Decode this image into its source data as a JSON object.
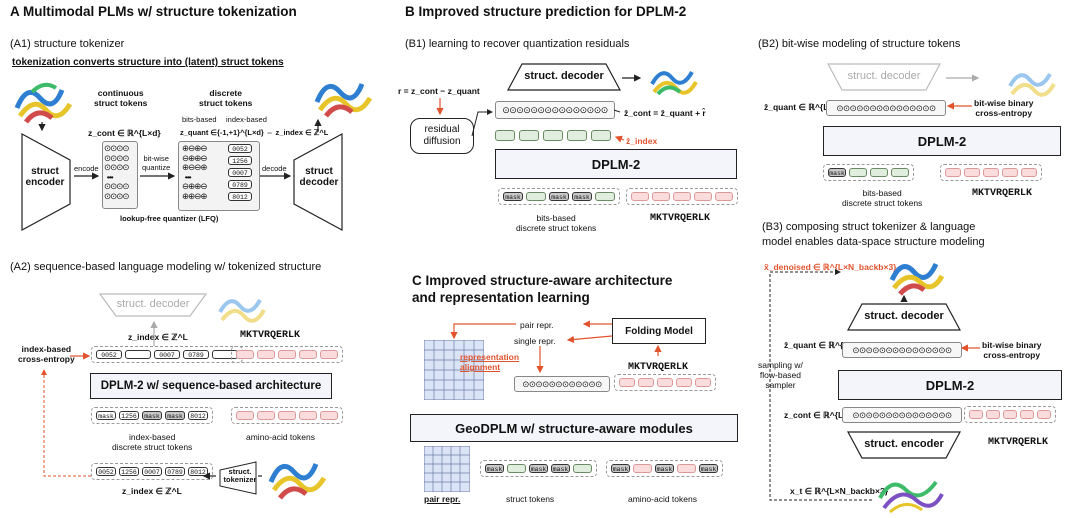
{
  "panelA": {
    "title": "A  Multimodal PLMs w/ structure tokenization",
    "a1_title": "(A1) structure tokenizer",
    "a1_subtitle": "tokenization converts structure into (latent) struct tokens",
    "continuous_label": "continuous\nstruct tokens",
    "discrete_label": "discrete\nstruct tokens",
    "bits_based": "bits-based",
    "index_based": "index-based",
    "z_cont": "z_cont ∈ ℝ^{L×d}",
    "z_quant": "z_quant ∈{-1,+1}^{L×d} ⇔ z_index ∈ ℤ^L",
    "encode": "encode",
    "decode": "decode",
    "bitwise_quantize": "bit-wise\nquantize",
    "struct_encoder": "struct\nencoder",
    "struct_decoder": "struct\ndecoder",
    "lfq": "lookup-free quantizer (LFQ)",
    "index_codes": [
      "0052",
      "1256",
      "0007",
      "0789",
      "8012"
    ],
    "a2_title": "(A2) sequence-based language modeling w/ tokenized structure",
    "a2_decoder": "struct. decoder",
    "a2_zindex": "z_index ∈ ℤ^L",
    "a2_sequence": "MKTVRQERLK",
    "a2_tokens_top": [
      "0052",
      "",
      "0007",
      "0789",
      ""
    ],
    "a2_crossentropy": "index-based\ncross-entropy",
    "a2_main": "DPLM-2 w/ sequence-based architecture",
    "a2_tokens_mid": [
      "mask",
      "1256",
      "mask",
      "mask",
      "8012"
    ],
    "a2_index_label": "index-based\ndiscrete struct tokens",
    "a2_amino_label": "amino-acid tokens",
    "a2_tokens_bottom": [
      "0052",
      "1256",
      "0007",
      "0789",
      "8012"
    ],
    "a2_tokenizer": "struct.\ntokenizer",
    "a2_zindex_bottom": "z_index ∈ ℤ^L"
  },
  "panelB": {
    "title": "B  Improved structure prediction for DPLM-2",
    "b1_title": "(B1) learning to recover quantization residuals",
    "b1_decoder": "struct. decoder",
    "b1_residual_eq": "r = z_cont − z_quant",
    "b1_zhat": "ẑ_cont = ẑ_quant + r̂",
    "b1_zindex": "ẑ_index",
    "b1_residual": "residual\ndiffusion",
    "b1_main": "DPLM-2",
    "b1_tokens": [
      "mask",
      "",
      "mask",
      "mask",
      ""
    ],
    "b1_bits_label": "bits-based\ndiscrete struct tokens",
    "b1_sequence": "MKTVRQERLK",
    "b2_title": "(B2) bit-wise modeling of structure tokens",
    "b2_decoder": "struct. decoder",
    "b2_zquant": "ẑ_quant ∈ ℝ^{L×d}",
    "b2_bce": "bit-wise binary\ncross-entropy",
    "b2_main": "DPLM-2",
    "b2_tokens": [
      "mask",
      "",
      "",
      ""
    ],
    "b2_bits_label": "bits-based\ndiscrete struct tokens",
    "b2_sequence": "MKTVRQERLK",
    "b3_title": "(B3) composing struct tokenizer & language\nmodel enables data-space structure modeling",
    "b3_xdenoised": "x̃_denoised ∈ ℝ^{L×N_backb×3}",
    "b3_decoder": "struct. decoder",
    "b3_zquant": "ẑ_quant ∈ ℝ^{L×d}",
    "b3_bce": "bit-wise binary\ncross-entropy",
    "b3_sampling": "sampling w/\nflow-based\nsampler",
    "b3_main": "DPLM-2",
    "b3_zcont": "z_cont ∈ ℝ^{L×d}",
    "b3_encoder": "struct. encoder",
    "b3_sequence": "MKTVRQERLK",
    "b3_xt": "x_t ∈ ℝ^{L×N_backb×3}"
  },
  "panelC": {
    "title": "C  Improved structure-aware architecture\n    and representation learning",
    "pair_repr": "pair repr.",
    "single_repr": "single repr.",
    "folding": "Folding Model",
    "rep_align": "representation\nalignment",
    "sequence": "MKTVRQERLK",
    "main": "GeoDPLM w/ structure-aware modules",
    "pair_repr_bottom": "pair repr.",
    "struct_tokens": "struct tokens",
    "amino_tokens": "amino-acid tokens",
    "tokens_struct": [
      "mask",
      "",
      "mask",
      "mask",
      ""
    ],
    "tokens_amino": [
      "mask",
      "",
      "mask",
      "",
      "mask"
    ]
  },
  "colors": {
    "accent": "#e2532d",
    "box_bg": "#f4f5fb",
    "green": "#dfeedd",
    "pink": "#fbdcdc",
    "gray_token": "#c9c9c9"
  }
}
